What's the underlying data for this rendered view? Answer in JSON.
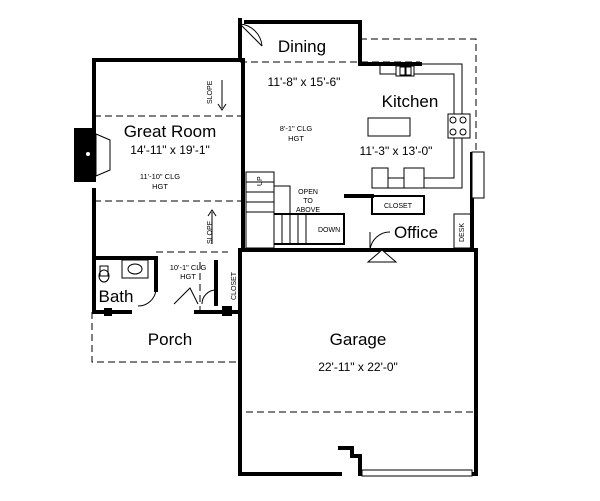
{
  "rooms": {
    "dining": {
      "name": "Dining",
      "dims": "11'-8\" x 15'-6\""
    },
    "kitchen": {
      "name": "Kitchen",
      "dims": "11'-3\" x 13'-0\""
    },
    "great_room": {
      "name": "Great Room",
      "dims": "14'-11\" x 19'-1\"",
      "ceiling": [
        "11'-10\" CLG",
        "HGT"
      ]
    },
    "center_ceiling": [
      "8'-1\" CLG",
      "HGT"
    ],
    "office": {
      "name": "Office"
    },
    "bath": {
      "name": "Bath"
    },
    "hall_ceiling": [
      "10'-1\" CLG",
      "HGT"
    ],
    "porch": {
      "name": "Porch"
    },
    "garage": {
      "name": "Garage",
      "dims": "22'-11\" x 22'-0\""
    }
  },
  "labels": {
    "slope_top": "SLOPE",
    "slope_bottom": "SLOPE",
    "up": "UP",
    "down": "DOWN",
    "open_to_above": [
      "OPEN",
      "TO",
      "ABOVE"
    ],
    "closet_kitchen": "CLOSET",
    "closet_hall": "CLOSET",
    "desk": "DESK"
  }
}
